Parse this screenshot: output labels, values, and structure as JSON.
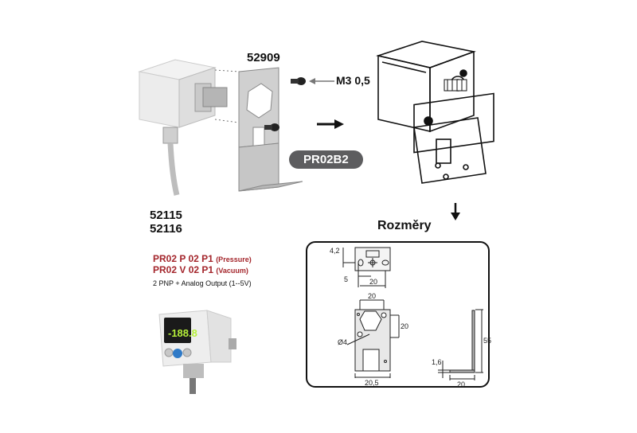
{
  "labels": {
    "bracket_code": "52909",
    "screw_spec": "M3 0,5",
    "bracket_model": "PR02B2",
    "sensor_codes": [
      "52115",
      "52116"
    ],
    "models": [
      {
        "name": "PR02 P 02 P1",
        "type": "(Pressure)"
      },
      {
        "name": "PR02 V 02 P1",
        "type": "(Vacuum)"
      }
    ],
    "output": "2 PNP + Analog Output (1--5V)",
    "dimensions_title": "Rozměry"
  },
  "sensor_display": "-188.8",
  "dimensions": {
    "top_view": [
      "4,2",
      "5",
      "20"
    ],
    "front_view": [
      "20",
      "20",
      "Ø4",
      "20,5"
    ],
    "side_view": [
      "1,6",
      "55",
      "20"
    ]
  },
  "colors": {
    "model_text": "#a4262c",
    "badge_bg": "#5d5d5f",
    "display_green": "#b6f03a"
  }
}
